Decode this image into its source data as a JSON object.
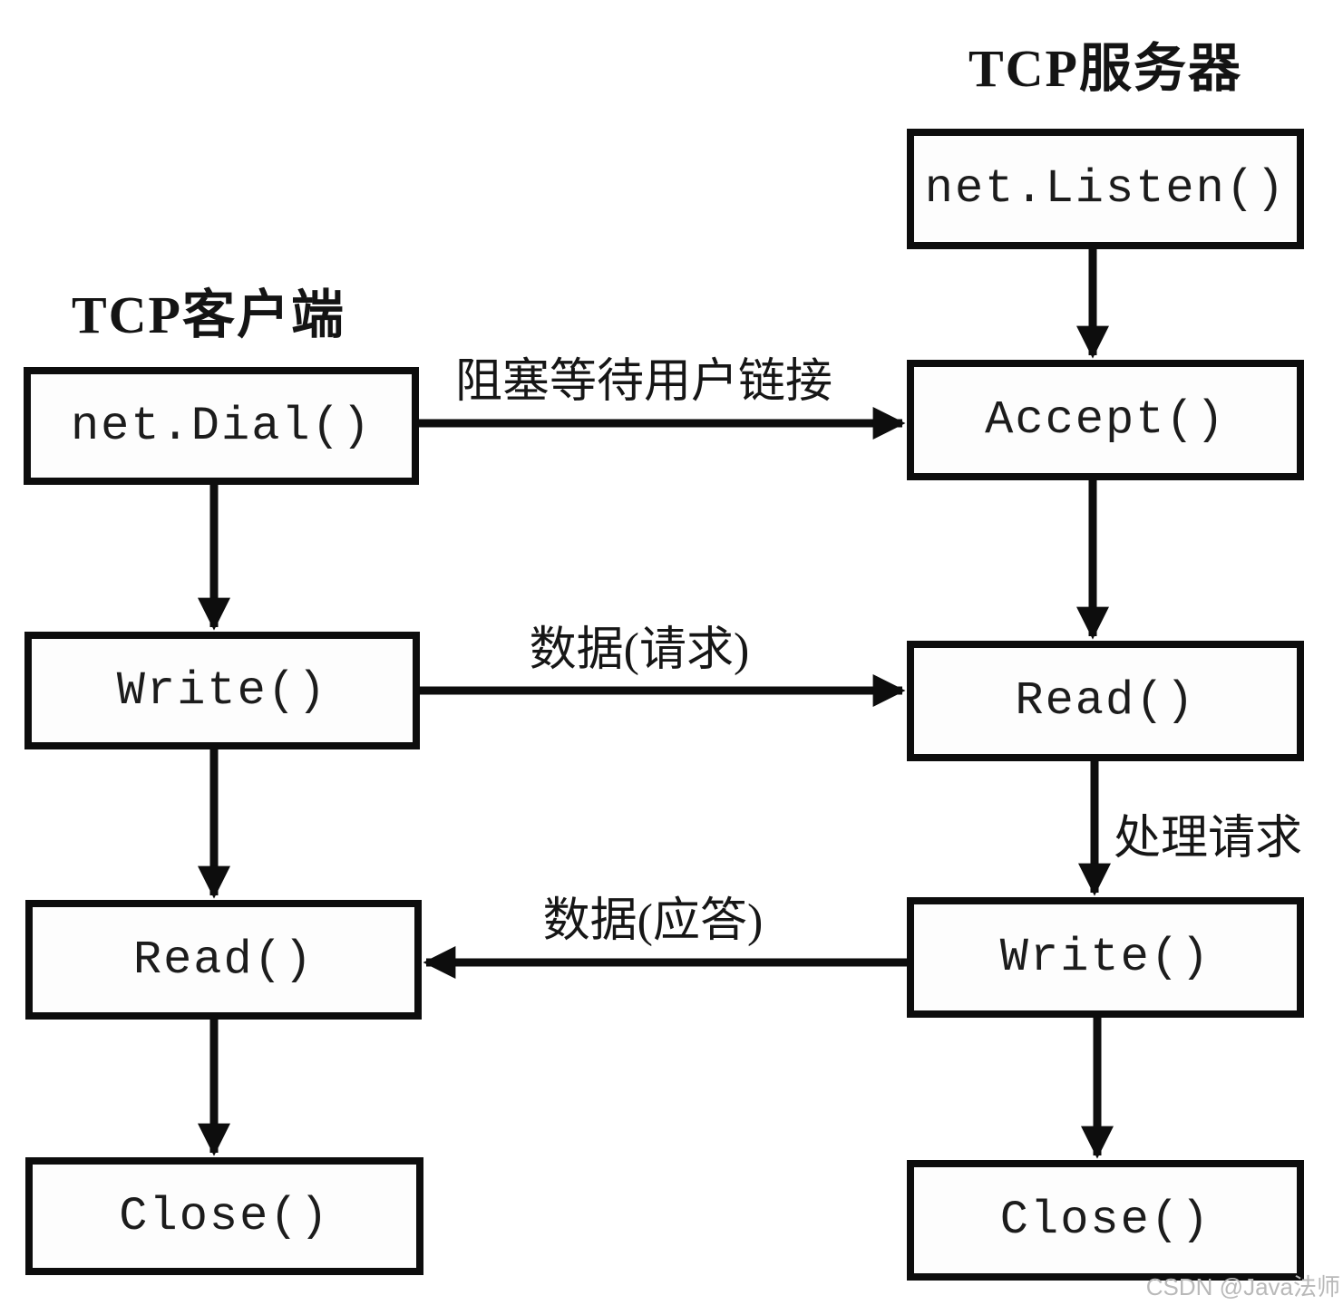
{
  "diagram": {
    "title_server": "TCP服务器",
    "title_client": "TCP客户端",
    "client": {
      "boxes": [
        {
          "label": "net.Dial()"
        },
        {
          "label": "Write()"
        },
        {
          "label": "Read()"
        },
        {
          "label": "Close()"
        }
      ]
    },
    "server": {
      "boxes": [
        {
          "label": "net.Listen()"
        },
        {
          "label": "Accept()"
        },
        {
          "label": "Read()"
        },
        {
          "label": "Write()"
        },
        {
          "label": "Close()"
        }
      ]
    },
    "edges": [
      {
        "label": "阻塞等待用户链接"
      },
      {
        "label": "数据(请求)"
      },
      {
        "label": "处理请求"
      },
      {
        "label": "数据(应答)"
      }
    ],
    "watermark": "CSDN @Java法师",
    "colors": {
      "line": "#0d0d0d",
      "background": "#ffffff",
      "watermark": "#b9b9b9"
    }
  }
}
